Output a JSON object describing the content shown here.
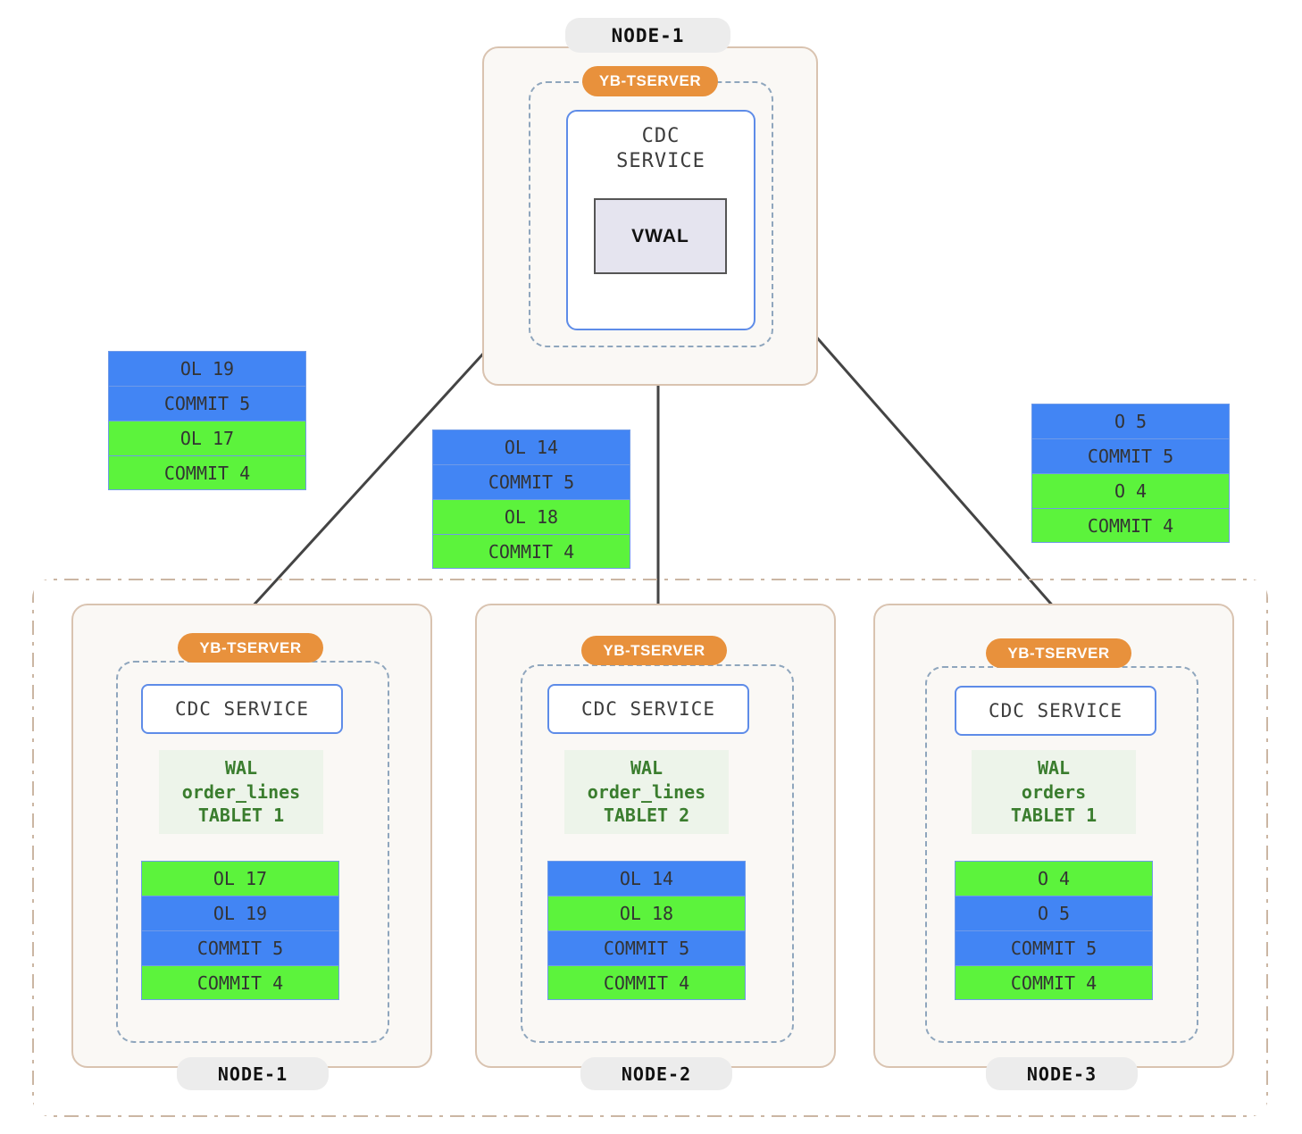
{
  "diagram": {
    "title_top_node": "NODE-1",
    "cluster_label": "",
    "arrow_color": "#444444"
  },
  "colors": {
    "record_blue": "#4285f4",
    "record_green": "#5cf33c",
    "record_border": "#6f9ae8",
    "tserver_orange": "#e8913c",
    "node_card_fill": "#faf8f5",
    "node_card_border": "#d9c3b0",
    "tserver_dash": "#8fa6bd",
    "cdc_border": "#5e8ce8",
    "vwal_fill": "#e5e4ef",
    "vwal_border": "#555555",
    "wal_fill": "#edf4ea",
    "wal_text": "#3a7d2e",
    "node_badge_fill": "#ececec"
  },
  "top_node": {
    "node_label": "NODE-1",
    "tserver_label": "YB-TSERVER",
    "cdc_label": "CDC\nSERVICE",
    "vwal_label": "VWAL"
  },
  "floating_stacks": [
    {
      "id": "stack-left",
      "records": [
        {
          "label": "OL 19",
          "color": "blue"
        },
        {
          "label": "COMMIT 5",
          "color": "blue"
        },
        {
          "label": "OL 17",
          "color": "green"
        },
        {
          "label": "COMMIT 4",
          "color": "green"
        }
      ]
    },
    {
      "id": "stack-middle",
      "records": [
        {
          "label": "OL 14",
          "color": "blue"
        },
        {
          "label": "COMMIT 5",
          "color": "blue"
        },
        {
          "label": "OL 18",
          "color": "green"
        },
        {
          "label": "COMMIT 4",
          "color": "green"
        }
      ]
    },
    {
      "id": "stack-right",
      "records": [
        {
          "label": "O 5",
          "color": "blue"
        },
        {
          "label": "COMMIT 5",
          "color": "blue"
        },
        {
          "label": "O 4",
          "color": "green"
        },
        {
          "label": "COMMIT 4",
          "color": "green"
        }
      ]
    }
  ],
  "bottom_nodes": [
    {
      "node_label": "NODE-1",
      "tserver_label": "YB-TSERVER",
      "cdc_label": "CDC SERVICE",
      "wal": {
        "line1": "WAL",
        "line2": "order_lines",
        "line3": "TABLET 1"
      },
      "records": [
        {
          "label": "OL 17",
          "color": "green"
        },
        {
          "label": "OL 19",
          "color": "blue"
        },
        {
          "label": "COMMIT 5",
          "color": "blue"
        },
        {
          "label": "COMMIT 4",
          "color": "green"
        }
      ]
    },
    {
      "node_label": "NODE-2",
      "tserver_label": "YB-TSERVER",
      "cdc_label": "CDC SERVICE",
      "wal": {
        "line1": "WAL",
        "line2": "order_lines",
        "line3": "TABLET 2"
      },
      "records": [
        {
          "label": "OL 14",
          "color": "blue"
        },
        {
          "label": "OL 18",
          "color": "green"
        },
        {
          "label": "COMMIT 5",
          "color": "blue"
        },
        {
          "label": "COMMIT 4",
          "color": "green"
        }
      ]
    },
    {
      "node_label": "NODE-3",
      "tserver_label": "YB-TSERVER",
      "cdc_label": "CDC SERVICE",
      "wal": {
        "line1": "WAL",
        "line2": "orders",
        "line3": "TABLET 1"
      },
      "records": [
        {
          "label": "O 4",
          "color": "green"
        },
        {
          "label": "O 5",
          "color": "blue"
        },
        {
          "label": "COMMIT 5",
          "color": "blue"
        },
        {
          "label": "COMMIT 4",
          "color": "green"
        }
      ]
    }
  ]
}
